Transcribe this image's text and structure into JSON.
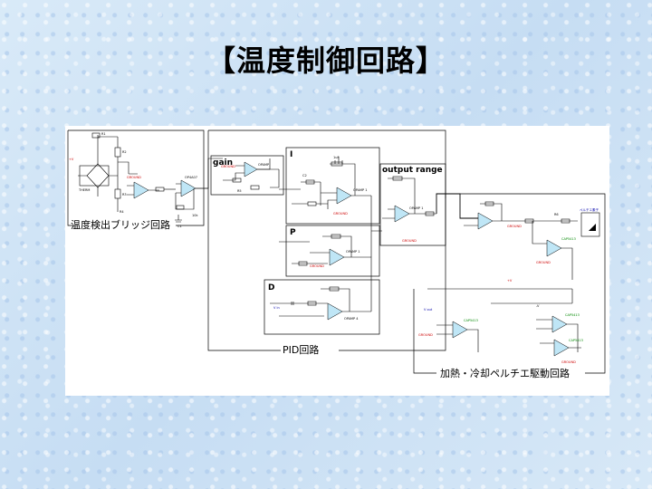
{
  "title": "【温度制御回路】",
  "blocks": {
    "bridge": "温度検出ブリッジ回路",
    "pid": "PID回路",
    "gain": "gain",
    "i": "I",
    "p": "P",
    "d": "D",
    "output_range": "output range",
    "driver": "加熱・冷却ペルチエ駆動回路"
  },
  "tags": {
    "ground": "GROUND",
    "opamp": "OPAMP",
    "opamp_a": "OP4A07",
    "opamp_b": "OP4A07",
    "opamp_i": "OPAMP 1",
    "opamp_p": "OPAMP 1",
    "opamp_d": "OPAMP 4",
    "opamp_out": "OPAMP 1",
    "opamp_gain": "OPAMP",
    "cap_d1": "CAP5413",
    "cap_d2": "CAP5413",
    "cap_d3": "CAP5413",
    "cap_d4": "CAP5413",
    "v_in": "V in",
    "v_out": "V out",
    "peltier": "ペルチエ素子",
    "r1": "R1",
    "r2": "R2",
    "r3": "R3",
    "r4": "R4",
    "r5": "R5",
    "r6": "R6",
    "c1": "C1",
    "c2": "C2",
    "therm": "THERM",
    "supply": "+V",
    "neg": "-V",
    "ohm": "10k",
    "ohm2": "20k",
    "ohm3": "1k",
    "uf": "1uF"
  }
}
